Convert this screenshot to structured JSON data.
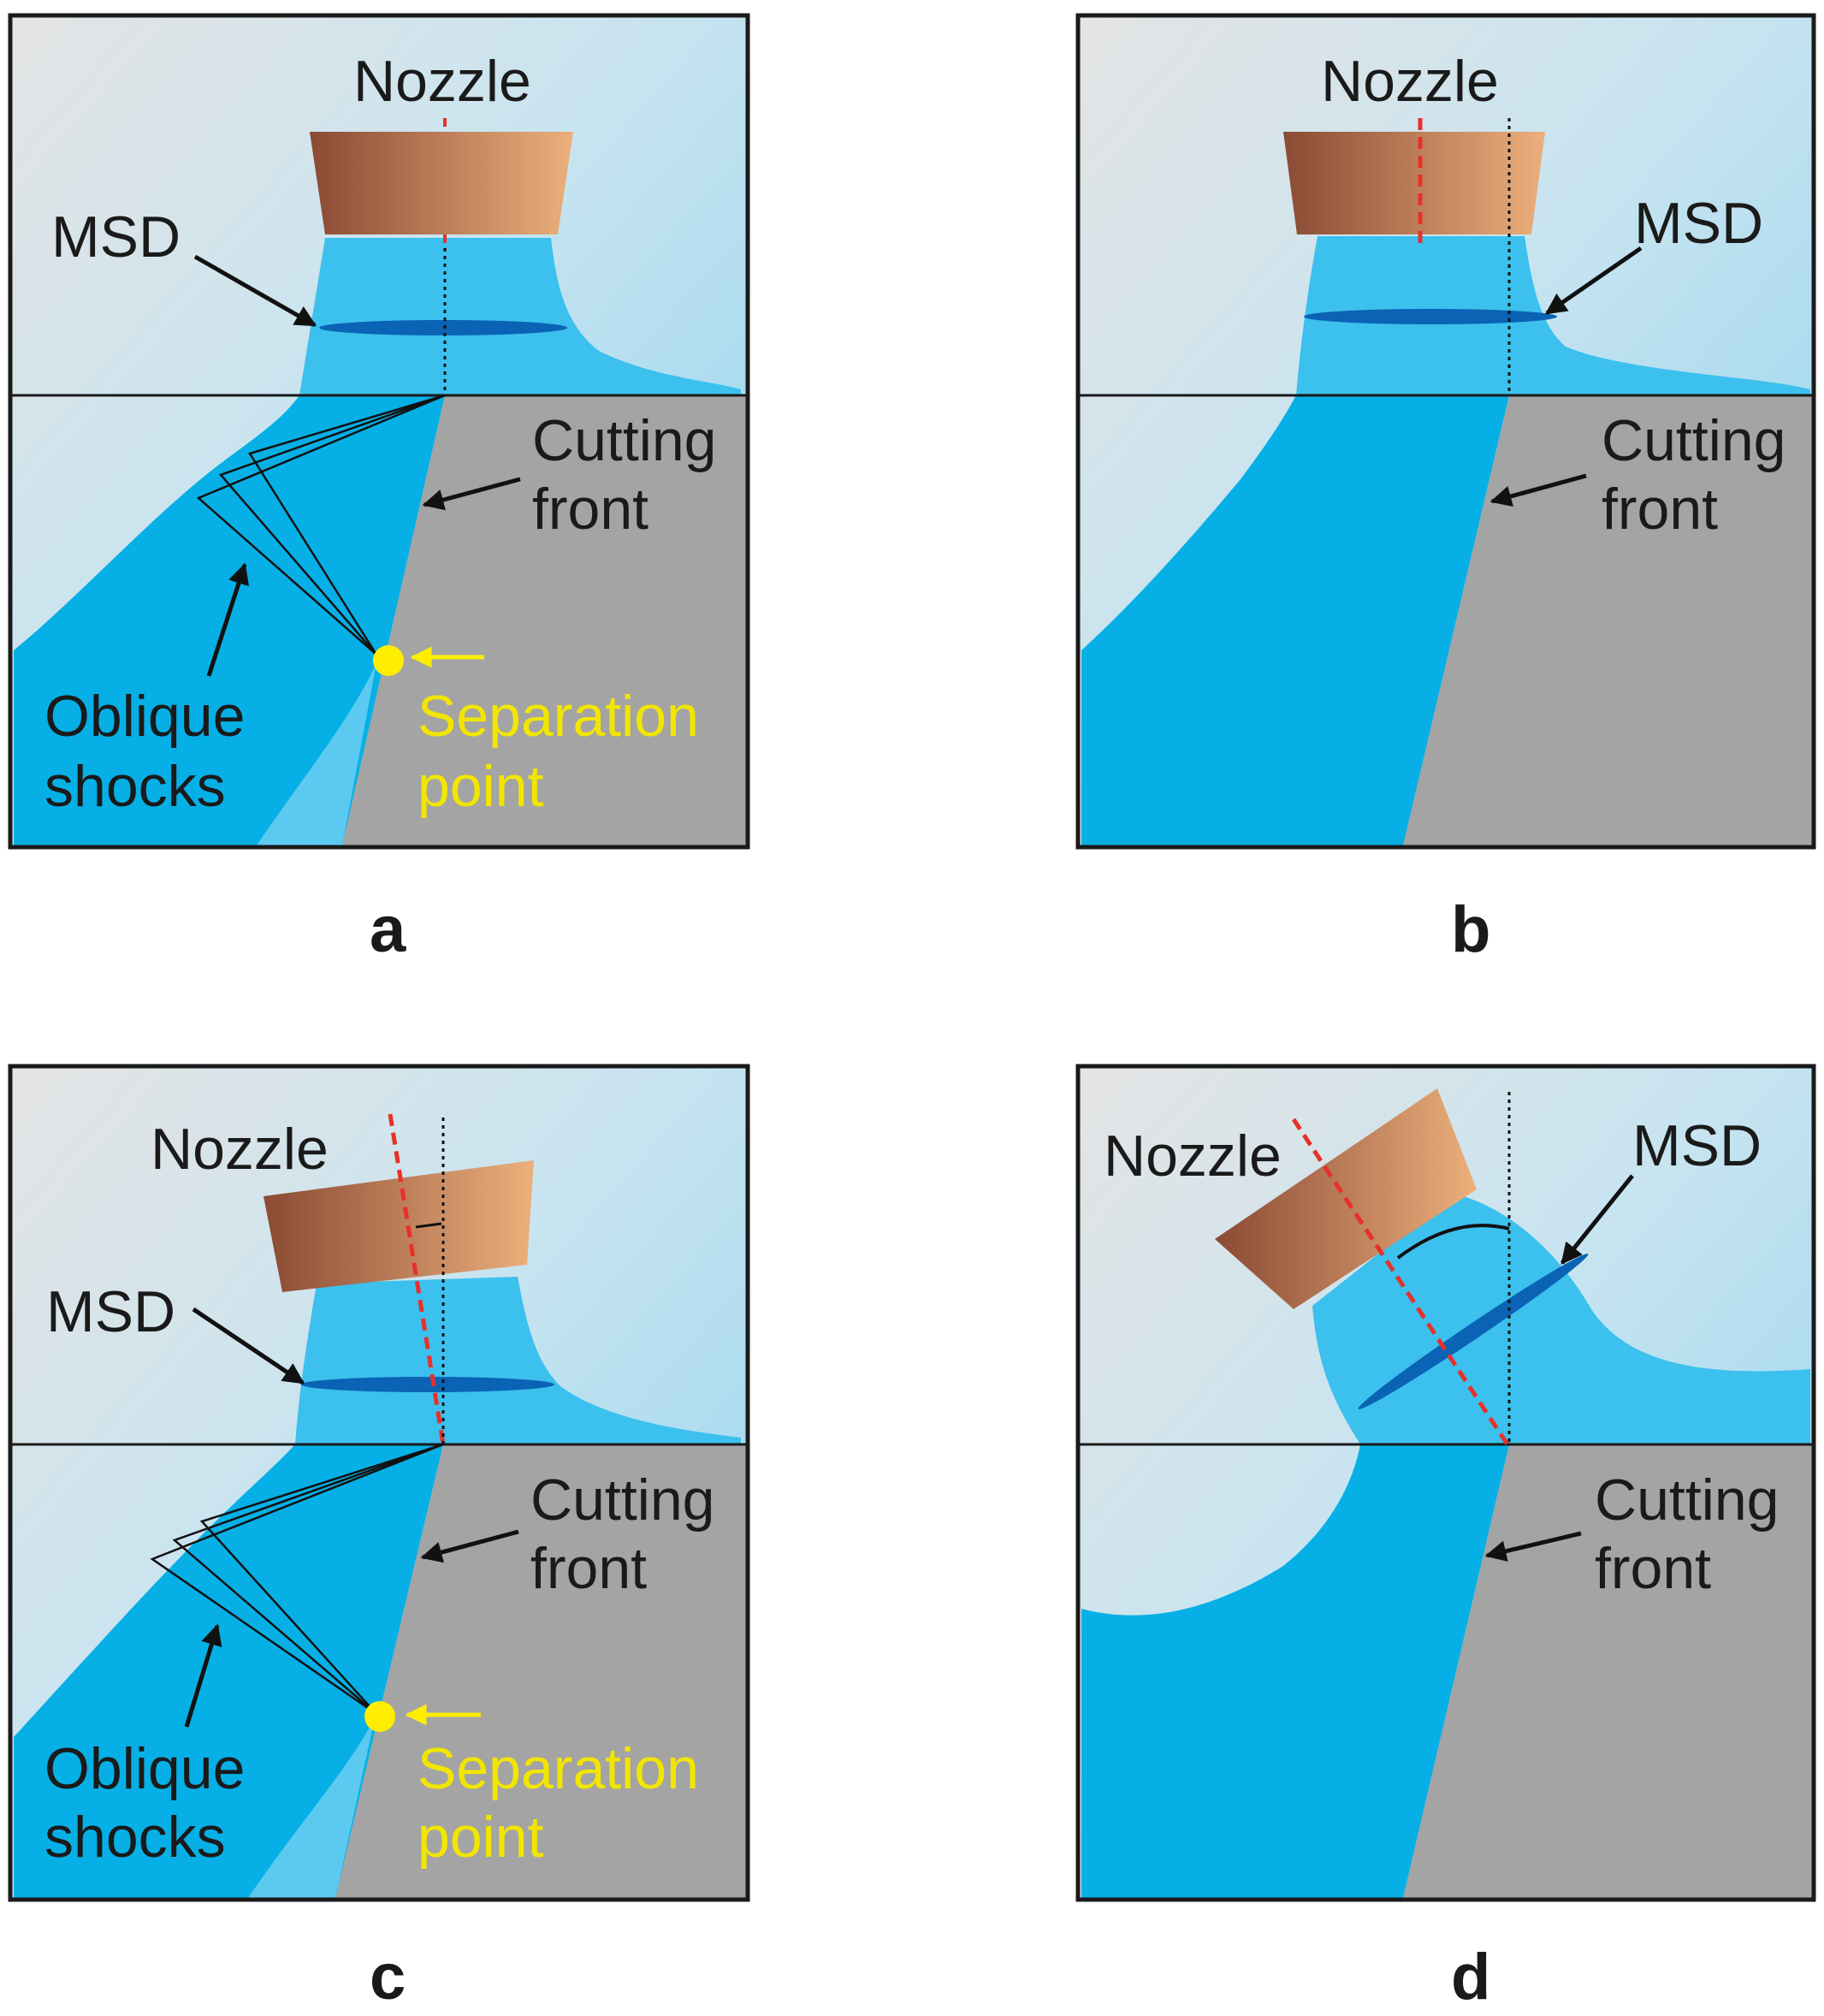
{
  "colors": {
    "gas_light": "#9ad6f0",
    "jet": "#06b0e6",
    "jet_light": "#4cc6f0",
    "msd": "#0a63b4",
    "workpiece": "#a4a4a4",
    "nozzle_dark": "#8a4a34",
    "nozzle_light": "#e8aa78",
    "axis_red": "#e8302a",
    "separation": "#ffee00",
    "frame": "#1a1a1a"
  },
  "panels": {
    "a": {
      "letter": "a",
      "nozzle": "Nozzle",
      "msd": "MSD",
      "cutting_front": [
        "Cutting",
        "front"
      ],
      "oblique_shocks": [
        "Oblique",
        "shocks"
      ],
      "separation_point": [
        "Separation",
        "point"
      ]
    },
    "b": {
      "letter": "b",
      "nozzle": "Nozzle",
      "msd": "MSD",
      "cutting_front": [
        "Cutting",
        "front"
      ]
    },
    "c": {
      "letter": "c",
      "nozzle": "Nozzle",
      "msd": "MSD",
      "cutting_front": [
        "Cutting",
        "front"
      ],
      "oblique_shocks": [
        "Oblique",
        "shocks"
      ],
      "separation_point": [
        "Separation",
        "point"
      ]
    },
    "d": {
      "letter": "d",
      "nozzle": "Nozzle",
      "msd": "MSD",
      "cutting_front": [
        "Cutting",
        "front"
      ]
    }
  }
}
